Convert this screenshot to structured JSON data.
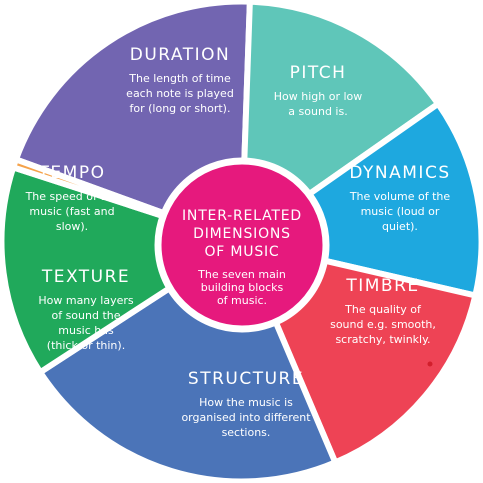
{
  "center": {
    "title_lines": [
      "INTER-RELATED",
      "DIMENSIONS",
      "OF MUSIC"
    ],
    "desc_lines": [
      "The seven main",
      "building blocks",
      "of music."
    ],
    "color": "#e6197d"
  },
  "segments": [
    {
      "id": "duration",
      "title": "DURATION",
      "desc_lines": [
        "The length of time",
        "each note is played",
        "for (long or short)."
      ],
      "color": "#7265b1"
    },
    {
      "id": "pitch",
      "title": "PITCH",
      "desc_lines": [
        "How high or low",
        "a sound is."
      ],
      "color": "#5fc6b9"
    },
    {
      "id": "dynamics",
      "title": "DYNAMICS",
      "desc_lines": [
        "The volume of the",
        "music (loud or",
        "quiet)."
      ],
      "color": "#1ea8df"
    },
    {
      "id": "timbre",
      "title": "TIMBRE",
      "desc_lines": [
        "The quality of",
        "sound e.g. smooth,",
        "scratchy, twinkly."
      ],
      "color": "#ee4355"
    },
    {
      "id": "structure",
      "title": "STRUCTURE",
      "desc_lines": [
        "How the music is",
        "organised into different",
        "sections."
      ],
      "color": "#4b74b8"
    },
    {
      "id": "texture",
      "title": "TEXTURE",
      "desc_lines": [
        "How many layers",
        "of sound the",
        "music has",
        "(thick or thin)."
      ],
      "color": "#20a95b"
    },
    {
      "id": "tempo",
      "title": "TEMPO",
      "desc_lines": [
        "The speed of the",
        "music (fast and",
        "slow)."
      ],
      "color": "#f5a24a"
    }
  ]
}
